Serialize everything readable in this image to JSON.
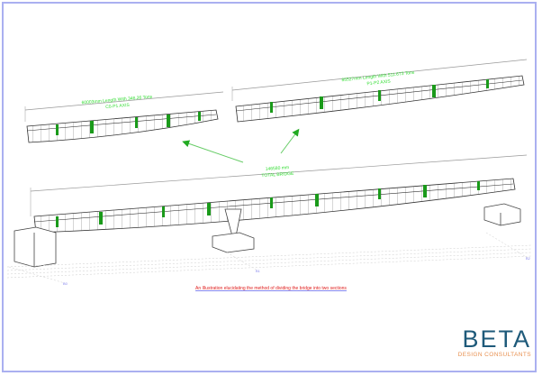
{
  "diagram": {
    "segment_1": {
      "dimension": "60003mm Length With 346.26 Tons",
      "axis": "C0-P1 AXIS"
    },
    "segment_2": {
      "dimension": "85527mm Length With 511.673 Tons",
      "axis": "P1-P2 AXIS"
    },
    "total": {
      "dimension": "146580 mm",
      "label": "TOTAL BRIDGE"
    },
    "caption": "An Illustration elucidating the method of dividing the bridge into two sections",
    "grid_markers": [
      "B0",
      "B1",
      "B2"
    ]
  },
  "logo": {
    "brand": "BETA",
    "subtitle": "DESIGN CONSULTANTS"
  },
  "colors": {
    "label_green": "#33dd33",
    "caption_red": "#e02020",
    "border": "#aab0f0",
    "logo_blue": "#1e5a7a",
    "logo_orange": "#e89050"
  }
}
